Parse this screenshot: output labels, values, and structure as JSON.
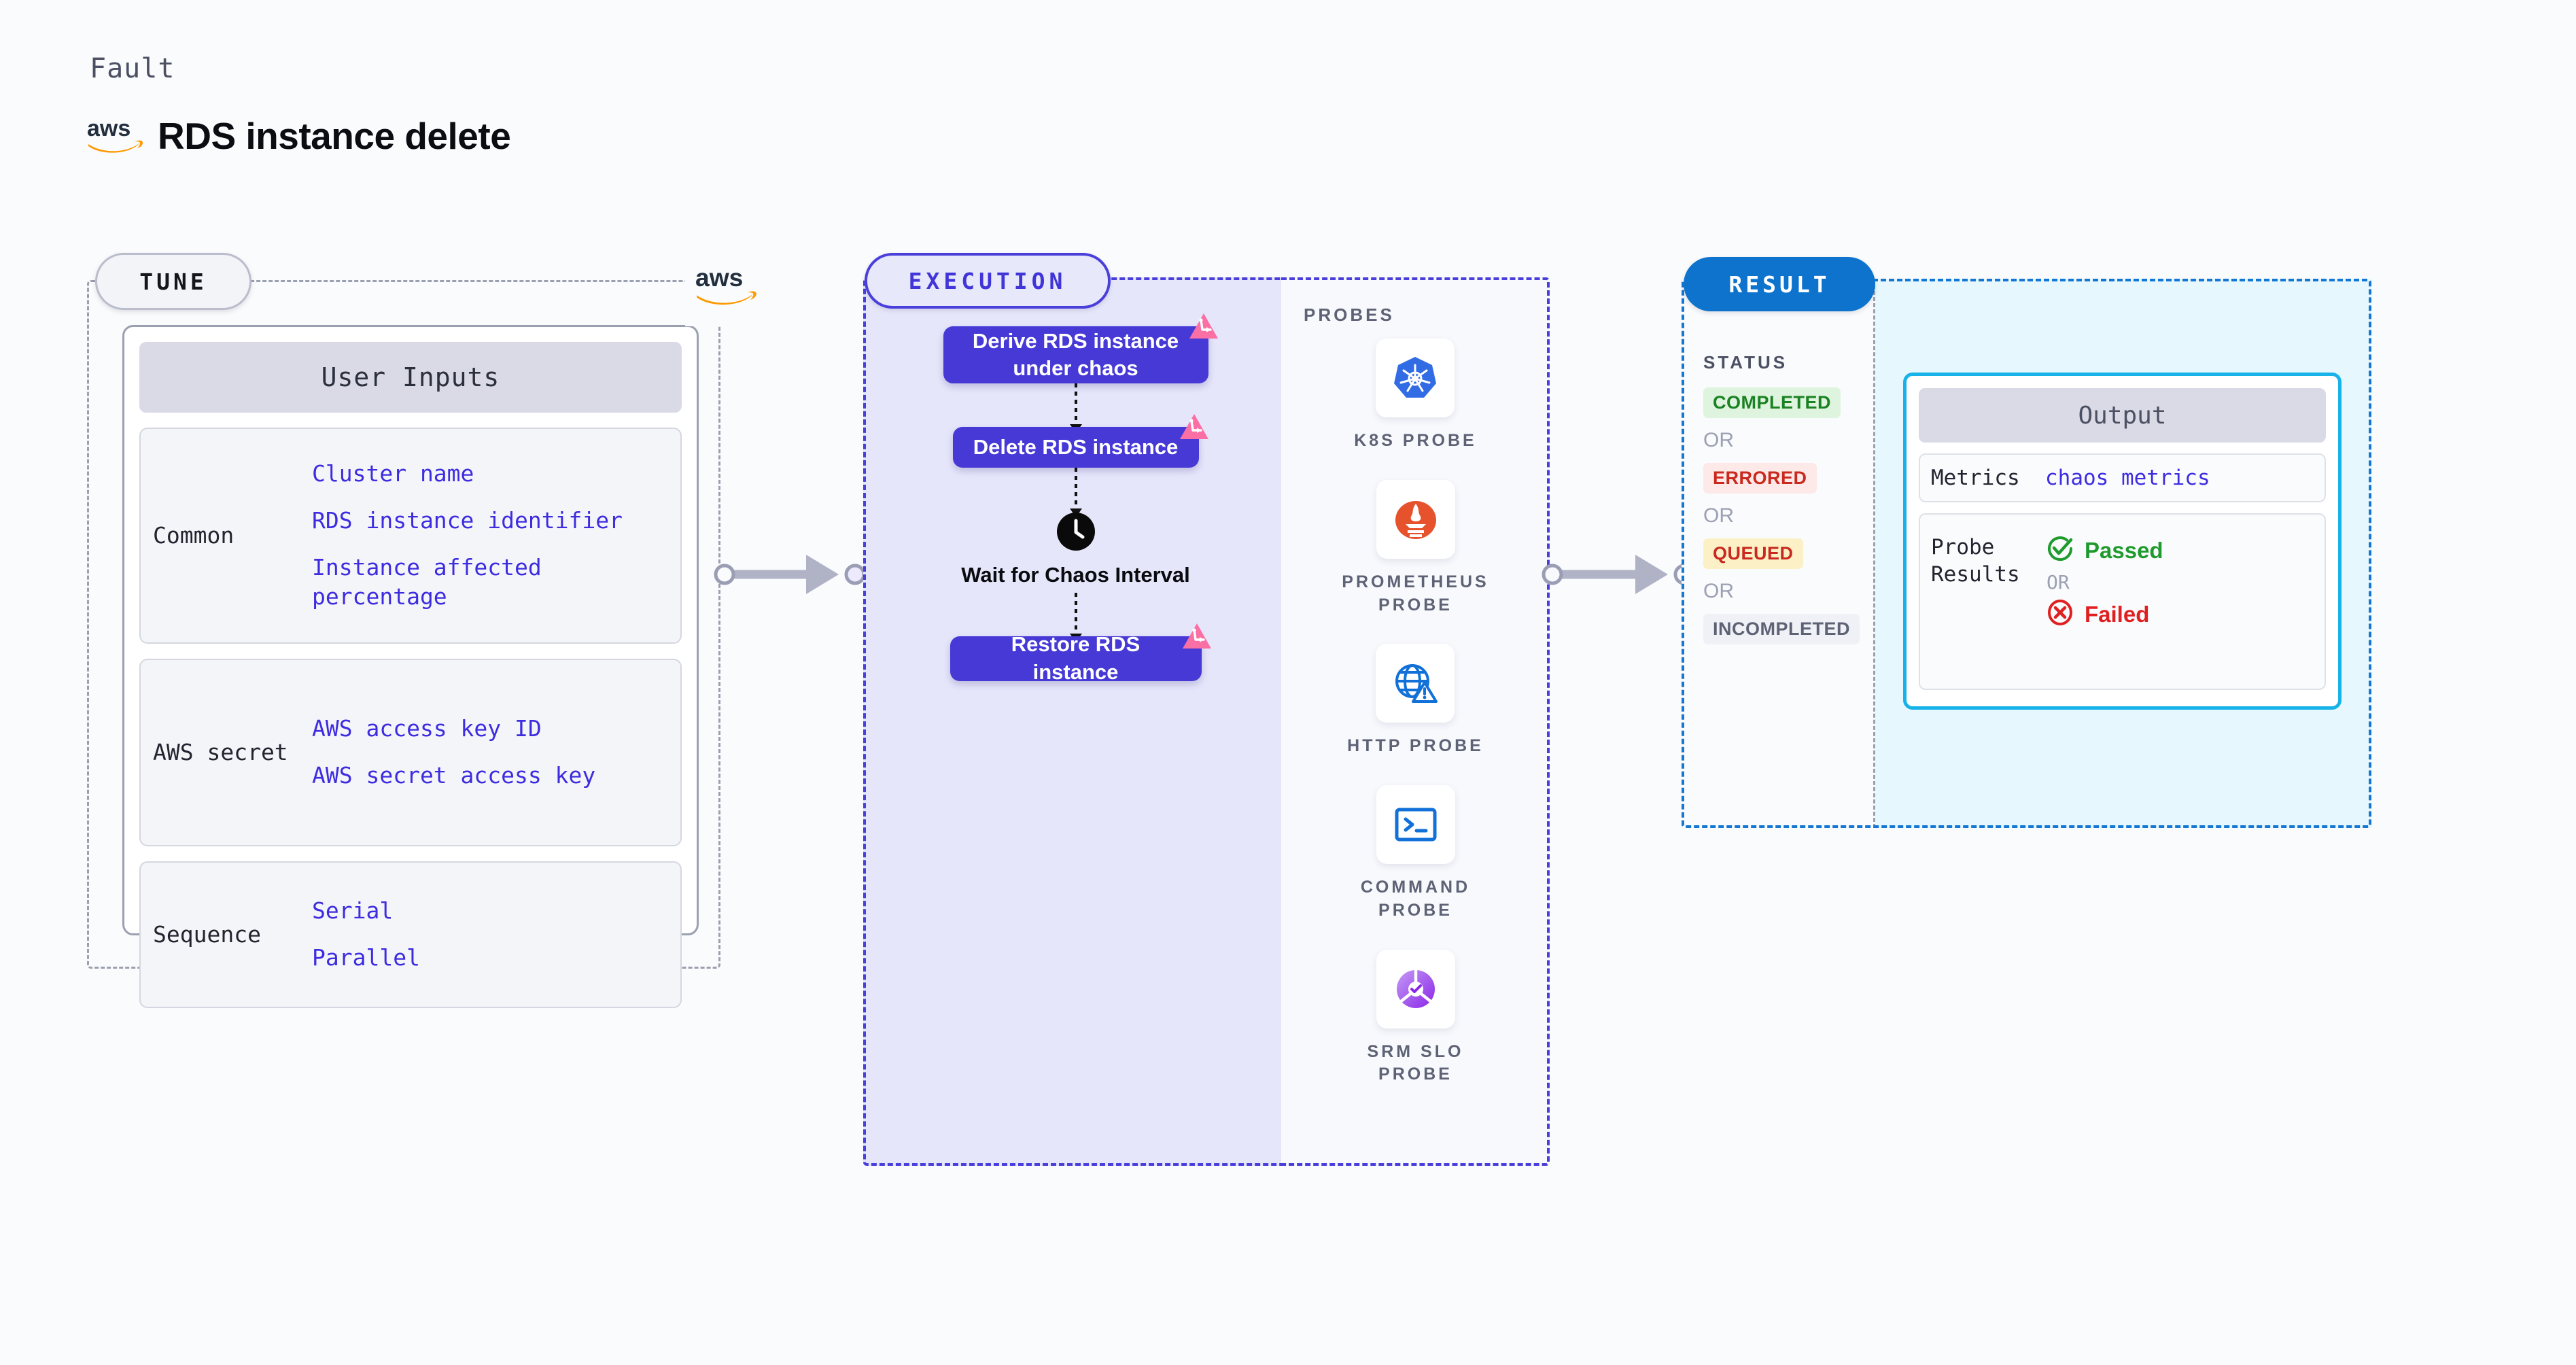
{
  "header": {
    "eyebrow": "Fault",
    "title": "RDS instance delete",
    "logo_icon": "aws-logo"
  },
  "colors": {
    "fault_box": "#4639d6",
    "execution_accent": "#4a3fdb",
    "result_accent": "#1477d4",
    "output_border": "#17b2e8",
    "link_text": "#3d2ce0",
    "litmus_pink": "#fa6fa4"
  },
  "tune": {
    "pill_label": "TUNE",
    "line_logo_icon": "aws-logo",
    "card": {
      "header": "User Inputs",
      "blocks": [
        {
          "label": "Common",
          "values": [
            "Cluster name",
            "RDS instance identifier",
            "Instance affected percentage"
          ]
        },
        {
          "label": "AWS secret",
          "values": [
            "AWS access key ID",
            "AWS secret access key"
          ]
        },
        {
          "label": "Sequence",
          "values": [
            "Serial",
            "Parallel"
          ]
        }
      ]
    }
  },
  "execution": {
    "pill_label": "EXECUTION",
    "nodes": [
      {
        "label": "Derive RDS instance under chaos",
        "badge_icon": "litmus-icon",
        "type": "fault"
      },
      {
        "label": "Delete RDS instance",
        "badge_icon": "litmus-icon",
        "type": "fault"
      },
      {
        "label": "Wait for Chaos Interval",
        "badge_icon": "clock-icon",
        "type": "wait"
      },
      {
        "label": "Restore RDS instance",
        "badge_icon": "litmus-icon",
        "type": "fault"
      }
    ]
  },
  "probes": {
    "title": "PROBES",
    "items": [
      {
        "name": "K8S PROBE",
        "icon": "kubernetes-icon"
      },
      {
        "name": "PROMETHEUS PROBE",
        "icon": "prometheus-icon"
      },
      {
        "name": "HTTP PROBE",
        "icon": "globe-warning-icon"
      },
      {
        "name": "COMMAND PROBE",
        "icon": "terminal-icon"
      },
      {
        "name": "SRM SLO PROBE",
        "icon": "srm-slo-icon"
      }
    ]
  },
  "result": {
    "pill_label": "RESULT",
    "status_title": "STATUS",
    "or_label": "OR",
    "statuses": [
      {
        "label": "COMPLETED",
        "text_color": "#1b8223",
        "bg_color": "#dff4de"
      },
      {
        "label": "ERRORED",
        "text_color": "#c9291f",
        "bg_color": "#fdeae8"
      },
      {
        "label": "QUEUED",
        "text_color": "#c9291f",
        "bg_color": "#fcf0c6"
      },
      {
        "label": "INCOMPLETED",
        "text_color": "#5d6275",
        "bg_color": "#f0f1f6"
      }
    ],
    "output": {
      "header": "Output",
      "metrics_label": "Metrics",
      "metrics_value": "chaos metrics",
      "probe_results_label": "Probe Results",
      "passed_label": "Passed",
      "failed_label": "Failed",
      "or_label": "OR",
      "passed_icon": "check-circle-icon",
      "failed_icon": "x-circle-icon",
      "passed_color": "#1f9b2e",
      "failed_color": "#e02020"
    }
  }
}
